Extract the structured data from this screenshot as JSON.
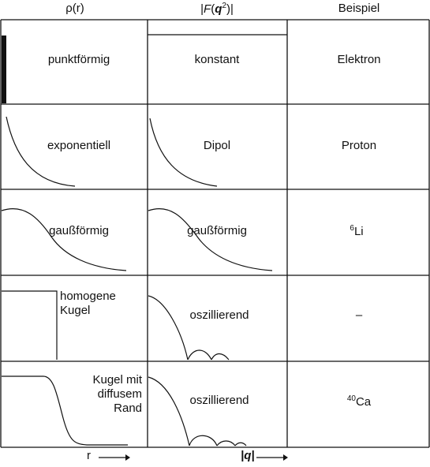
{
  "headers": {
    "rho": "ρ(r)",
    "form_prefix": "|",
    "form_f": "F",
    "form_open": "(",
    "form_q": "q",
    "form_exp": "2",
    "form_close": ")|",
    "example": "Beispiel"
  },
  "rows": [
    {
      "rho": "punktförmig",
      "form": "konstant",
      "example": "Elektron"
    },
    {
      "rho": "exponentiell",
      "form": "Dipol",
      "example": "Proton"
    },
    {
      "rho": "gaußförmig",
      "form": "gaußförmig",
      "example_sup": "6",
      "example_el": "Li"
    },
    {
      "rho_lines": [
        "homogene",
        "Kugel"
      ],
      "form": "oszillierend",
      "example": "–"
    },
    {
      "rho_lines": [
        "Kugel mit",
        "diffusem",
        "Rand"
      ],
      "form": "oszillierend",
      "example_sup": "40",
      "example_el": "Ca"
    }
  ],
  "footer": {
    "r_label": "r",
    "q_label": "|q|"
  }
}
